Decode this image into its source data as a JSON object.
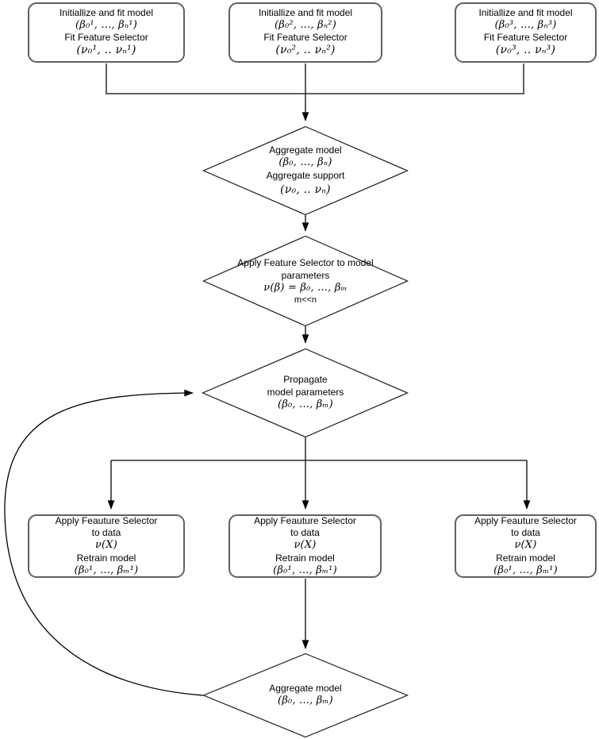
{
  "colors": {
    "background": "#ffffff",
    "box_border": "#616161",
    "elbow_connector": "#616161",
    "arrow_line": "#000000",
    "diamond_border": "#1a1a1a",
    "text": "#000000"
  },
  "nodes": {
    "init1": {
      "line1": "Initiallize and fit model",
      "line2": "(β₀¹, ..., βₙ¹)",
      "line3": "Fit Feature Selector",
      "line4": "(ν₀¹, .. νₙ¹)"
    },
    "init2": {
      "line1": "Initiallize and fit model",
      "line2": "(β₀², ..., βₙ²)",
      "line3": "Fit Feature Selector",
      "line4": "(ν₀², .. νₙ²)"
    },
    "init3": {
      "line1": "Initiallize and fit model",
      "line2": "(β₀³, ..., βₙ³)",
      "line3": "Fit Feature Selector",
      "line4": "(ν₀³, .. νₙ³)"
    },
    "aggregate1": {
      "line1": "Aggregate model",
      "line2": "(β₀, ..., βₙ)",
      "line3": "Aggregate support",
      "line4": "(ν₀, .. νₙ)"
    },
    "apply_selector": {
      "line1": "Apply Feature Selector to model",
      "line2": "parameters",
      "line3": "ν(β) = β₀, ..., βₘ",
      "line4": "m<<n"
    },
    "propagate": {
      "line1": "Propagate",
      "line2": "model parameters",
      "line3": "(β₀, ..., βₘ)"
    },
    "retrain1": {
      "line1": "Apply Feauture Selector",
      "line2": "to data",
      "line3": "ν(X)",
      "line4": "Retrain model",
      "line5": "(β₀¹, ..., βₘ¹)"
    },
    "retrain2": {
      "line1": "Apply Feauture Selector",
      "line2": "to data",
      "line3": "ν(X)",
      "line4": "Retrain model",
      "line5": "(β₀¹, ..., βₘ¹)"
    },
    "retrain3": {
      "line1": "Apply Feauture Selector",
      "line2": "to data",
      "line3": "ν(X)",
      "line4": "Retrain model",
      "line5": "(β₀¹, ..., βₘ¹)"
    },
    "aggregate2": {
      "line1": "Aggregate model",
      "line2": "(β₀, ..., βₘ)"
    }
  }
}
